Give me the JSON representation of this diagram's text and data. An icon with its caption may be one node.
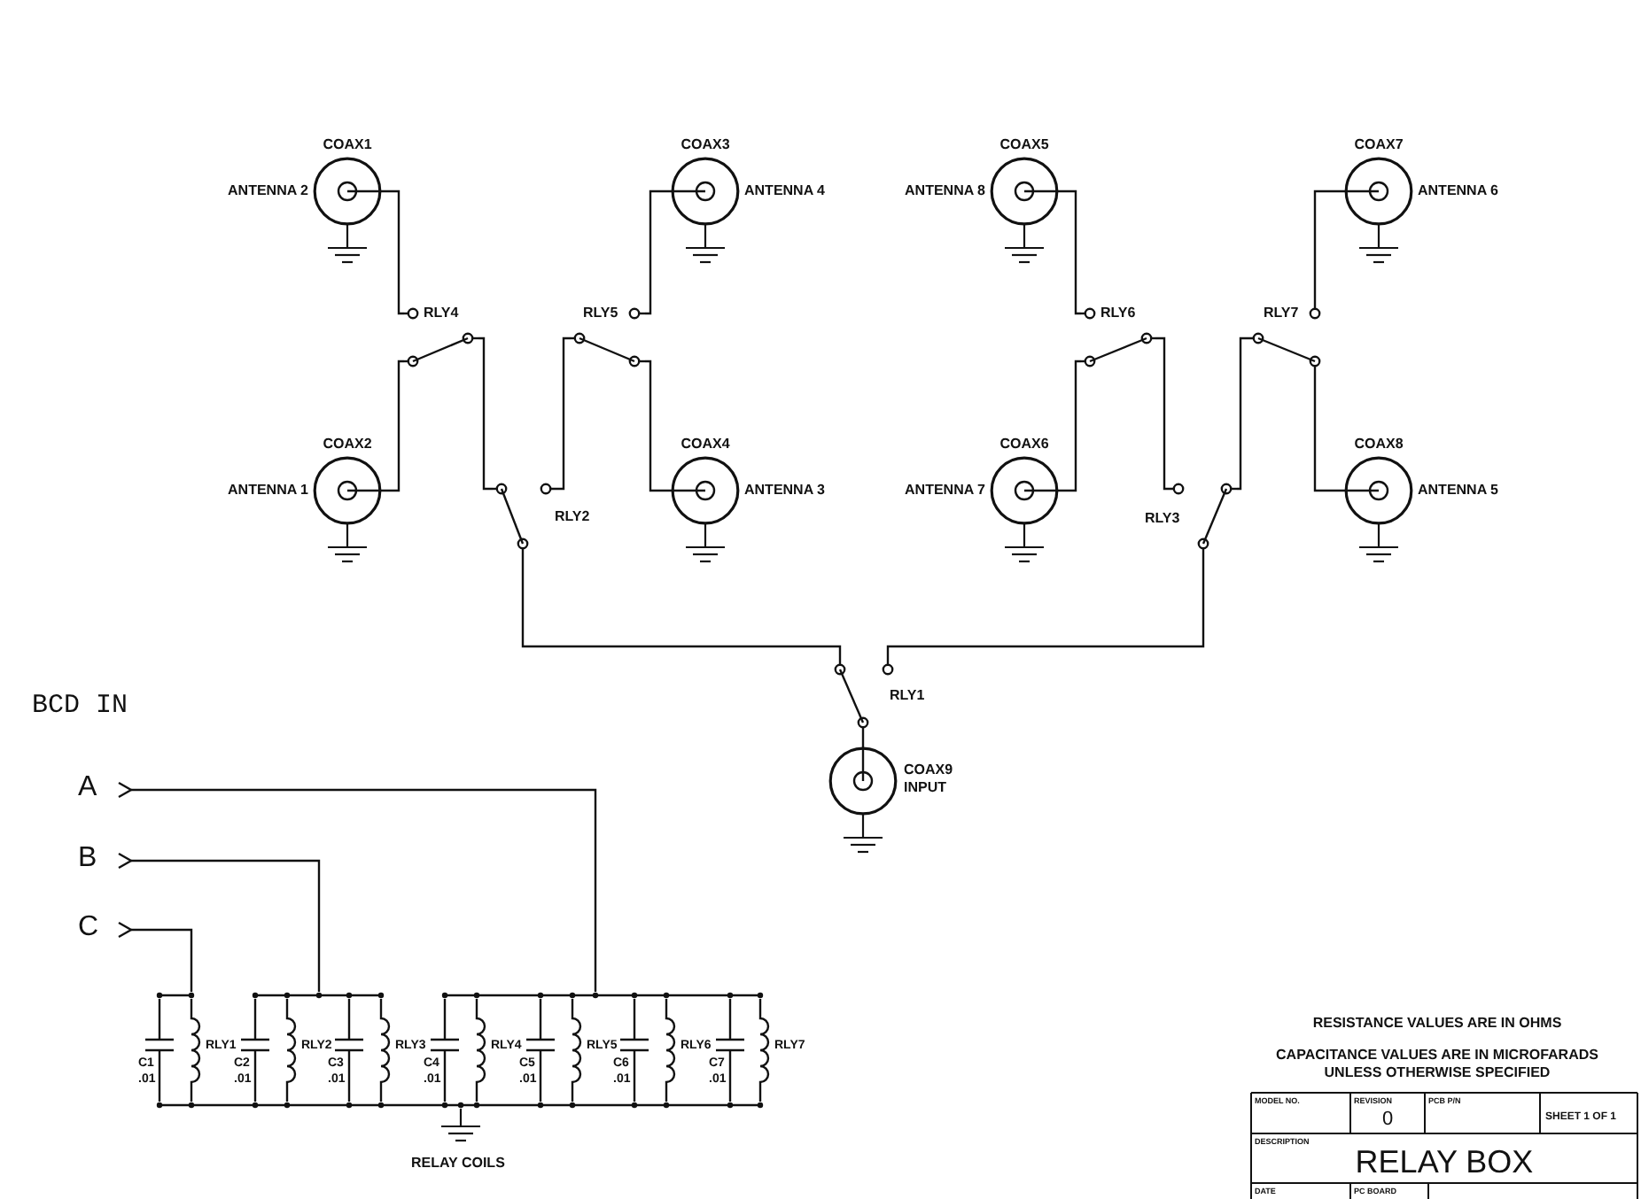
{
  "diagram": {
    "nodes": [
      {
        "text": [],
        "shape": "circle",
        "beside": [
          "COAX1",
          "ANTENNA 2"
        ]
      },
      {
        "text": [],
        "shape": "circle",
        "beside": [
          "COAX3",
          "ANTENNA 4"
        ]
      },
      {
        "text": [],
        "shape": "circle",
        "beside": [
          "COAX5",
          "ANTENNA 8"
        ]
      },
      {
        "text": [],
        "shape": "circle",
        "beside": [
          "COAX7",
          "ANTENNA 6"
        ]
      },
      {
        "text": [
          "RLY4"
        ]
      },
      {
        "text": [
          "RLY5"
        ]
      },
      {
        "text": [
          "RLY6"
        ]
      },
      {
        "text": [
          "RLY7"
        ]
      },
      {
        "text": [],
        "shape": "circle",
        "beside": [
          "COAX2",
          "ANTENNA 1"
        ]
      },
      {
        "text": [],
        "shape": "circle",
        "beside": [
          "COAX4",
          "ANTENNA 3"
        ]
      },
      {
        "text": [],
        "shape": "circle",
        "beside": [
          "COAX6",
          "ANTENNA 7"
        ]
      },
      {
        "text": [],
        "shape": "circle",
        "beside": [
          "COAX8",
          "ANTENNA 5"
        ]
      },
      {
        "text": [
          "RLY2"
        ]
      },
      {
        "text": [
          "RLY3"
        ]
      },
      {
        "text": [
          "RLY1"
        ]
      },
      {
        "text": [],
        "shape": "circle",
        "beside": [
          "COAX9",
          "INPUT"
        ]
      },
      {
        "text": [
          "A"
        ]
      },
      {
        "text": [
          "B"
        ]
      },
      {
        "text": [
          "C"
        ]
      },
      {
        "text": [
          "C1",
          ".01"
        ]
      },
      {
        "text": [
          "RLY1"
        ]
      },
      {
        "text": [
          "C2",
          ".01"
        ]
      },
      {
        "text": [
          "RLY2"
        ]
      },
      {
        "text": [
          "C3",
          ".01"
        ]
      },
      {
        "text": [
          "RLY3"
        ]
      },
      {
        "text": [
          "C4",
          ".01"
        ]
      },
      {
        "text": [
          "RLY4"
        ]
      },
      {
        "text": [
          "C5",
          ".01"
        ]
      },
      {
        "text": [
          "RLY5"
        ]
      },
      {
        "text": [
          "C6",
          ".01"
        ]
      },
      {
        "text": [
          "RLY6"
        ]
      },
      {
        "text": [
          "C7",
          ".01"
        ]
      },
      {
        "text": [
          "RLY7"
        ]
      },
      {
        "text": [],
        "shape": "bar"
      },
      {
        "text": [],
        "shape": "bar"
      },
      {
        "text": [],
        "shape": "bar"
      },
      {
        "text": [],
        "shape": "bar"
      }
    ],
    "edges": [
      {
        "from": 0,
        "to": 4,
        "arrow": "none"
      },
      {
        "from": 8,
        "to": 4,
        "arrow": "none"
      },
      {
        "from": 1,
        "to": 5,
        "arrow": "none"
      },
      {
        "from": 9,
        "to": 5,
        "arrow": "none"
      },
      {
        "from": 2,
        "to": 6,
        "arrow": "none"
      },
      {
        "from": 10,
        "to": 6,
        "arrow": "none"
      },
      {
        "from": 3,
        "to": 7,
        "arrow": "none"
      },
      {
        "from": 11,
        "to": 7,
        "arrow": "none"
      },
      {
        "from": 4,
        "to": 12,
        "arrow": "none"
      },
      {
        "from": 5,
        "to": 12,
        "arrow": "none"
      },
      {
        "from": 6,
        "to": 13,
        "arrow": "none"
      },
      {
        "from": 7,
        "to": 13,
        "arrow": "none"
      },
      {
        "from": 12,
        "to": 14,
        "arrow": "none"
      },
      {
        "from": 13,
        "to": 14,
        "arrow": "none"
      },
      {
        "from": 14,
        "to": 15,
        "arrow": "none"
      },
      {
        "from": 16,
        "to": 35,
        "arrow": "other"
      },
      {
        "from": 17,
        "to": 34,
        "arrow": "other"
      },
      {
        "from": 18,
        "to": 33,
        "arrow": "other"
      },
      {
        "from": 33,
        "to": 19,
        "arrow": "none"
      },
      {
        "from": 33,
        "to": 20,
        "arrow": "none"
      },
      {
        "from": 34,
        "to": 21,
        "arrow": "none"
      },
      {
        "from": 34,
        "to": 22,
        "arrow": "none"
      },
      {
        "from": 34,
        "to": 23,
        "arrow": "none"
      },
      {
        "from": 34,
        "to": 24,
        "arrow": "none"
      },
      {
        "from": 35,
        "to": 25,
        "arrow": "none"
      },
      {
        "from": 35,
        "to": 26,
        "arrow": "none"
      },
      {
        "from": 35,
        "to": 27,
        "arrow": "none"
      },
      {
        "from": 35,
        "to": 28,
        "arrow": "none"
      },
      {
        "from": 35,
        "to": 29,
        "arrow": "none"
      },
      {
        "from": 35,
        "to": 30,
        "arrow": "none"
      },
      {
        "from": 35,
        "to": 31,
        "arrow": "none"
      },
      {
        "from": 35,
        "to": 32,
        "arrow": "none"
      },
      {
        "from": 19,
        "to": 36,
        "arrow": "none"
      },
      {
        "from": 20,
        "to": 36,
        "arrow": "none"
      },
      {
        "from": 21,
        "to": 36,
        "arrow": "none"
      },
      {
        "from": 22,
        "to": 36,
        "arrow": "none"
      },
      {
        "from": 23,
        "to": 36,
        "arrow": "none"
      },
      {
        "from": 24,
        "to": 36,
        "arrow": "none"
      },
      {
        "from": 25,
        "to": 36,
        "arrow": "none"
      },
      {
        "from": 26,
        "to": 36,
        "arrow": "none"
      },
      {
        "from": 27,
        "to": 36,
        "arrow": "none"
      },
      {
        "from": 28,
        "to": 36,
        "arrow": "none"
      },
      {
        "from": 29,
        "to": 36,
        "arrow": "none"
      },
      {
        "from": 30,
        "to": 36,
        "arrow": "none"
      },
      {
        "from": 31,
        "to": 36,
        "arrow": "none"
      },
      {
        "from": 32,
        "to": 36,
        "arrow": "none"
      }
    ],
    "labels": [
      "BCD IN",
      "RELAY COILS",
      "RESISTANCE VALUES ARE IN OHMS",
      "CAPACITANCE VALUES ARE IN MICROFARADS UNLESS OTHERWISE SPECIFIED",
      "MODEL NO.",
      "REVISION",
      "0",
      "PCB P/N",
      "SHEET 1 OF 1",
      "DESCRIPTION",
      "RELAY BOX",
      "DATE",
      "PC BOARD"
    ]
  }
}
